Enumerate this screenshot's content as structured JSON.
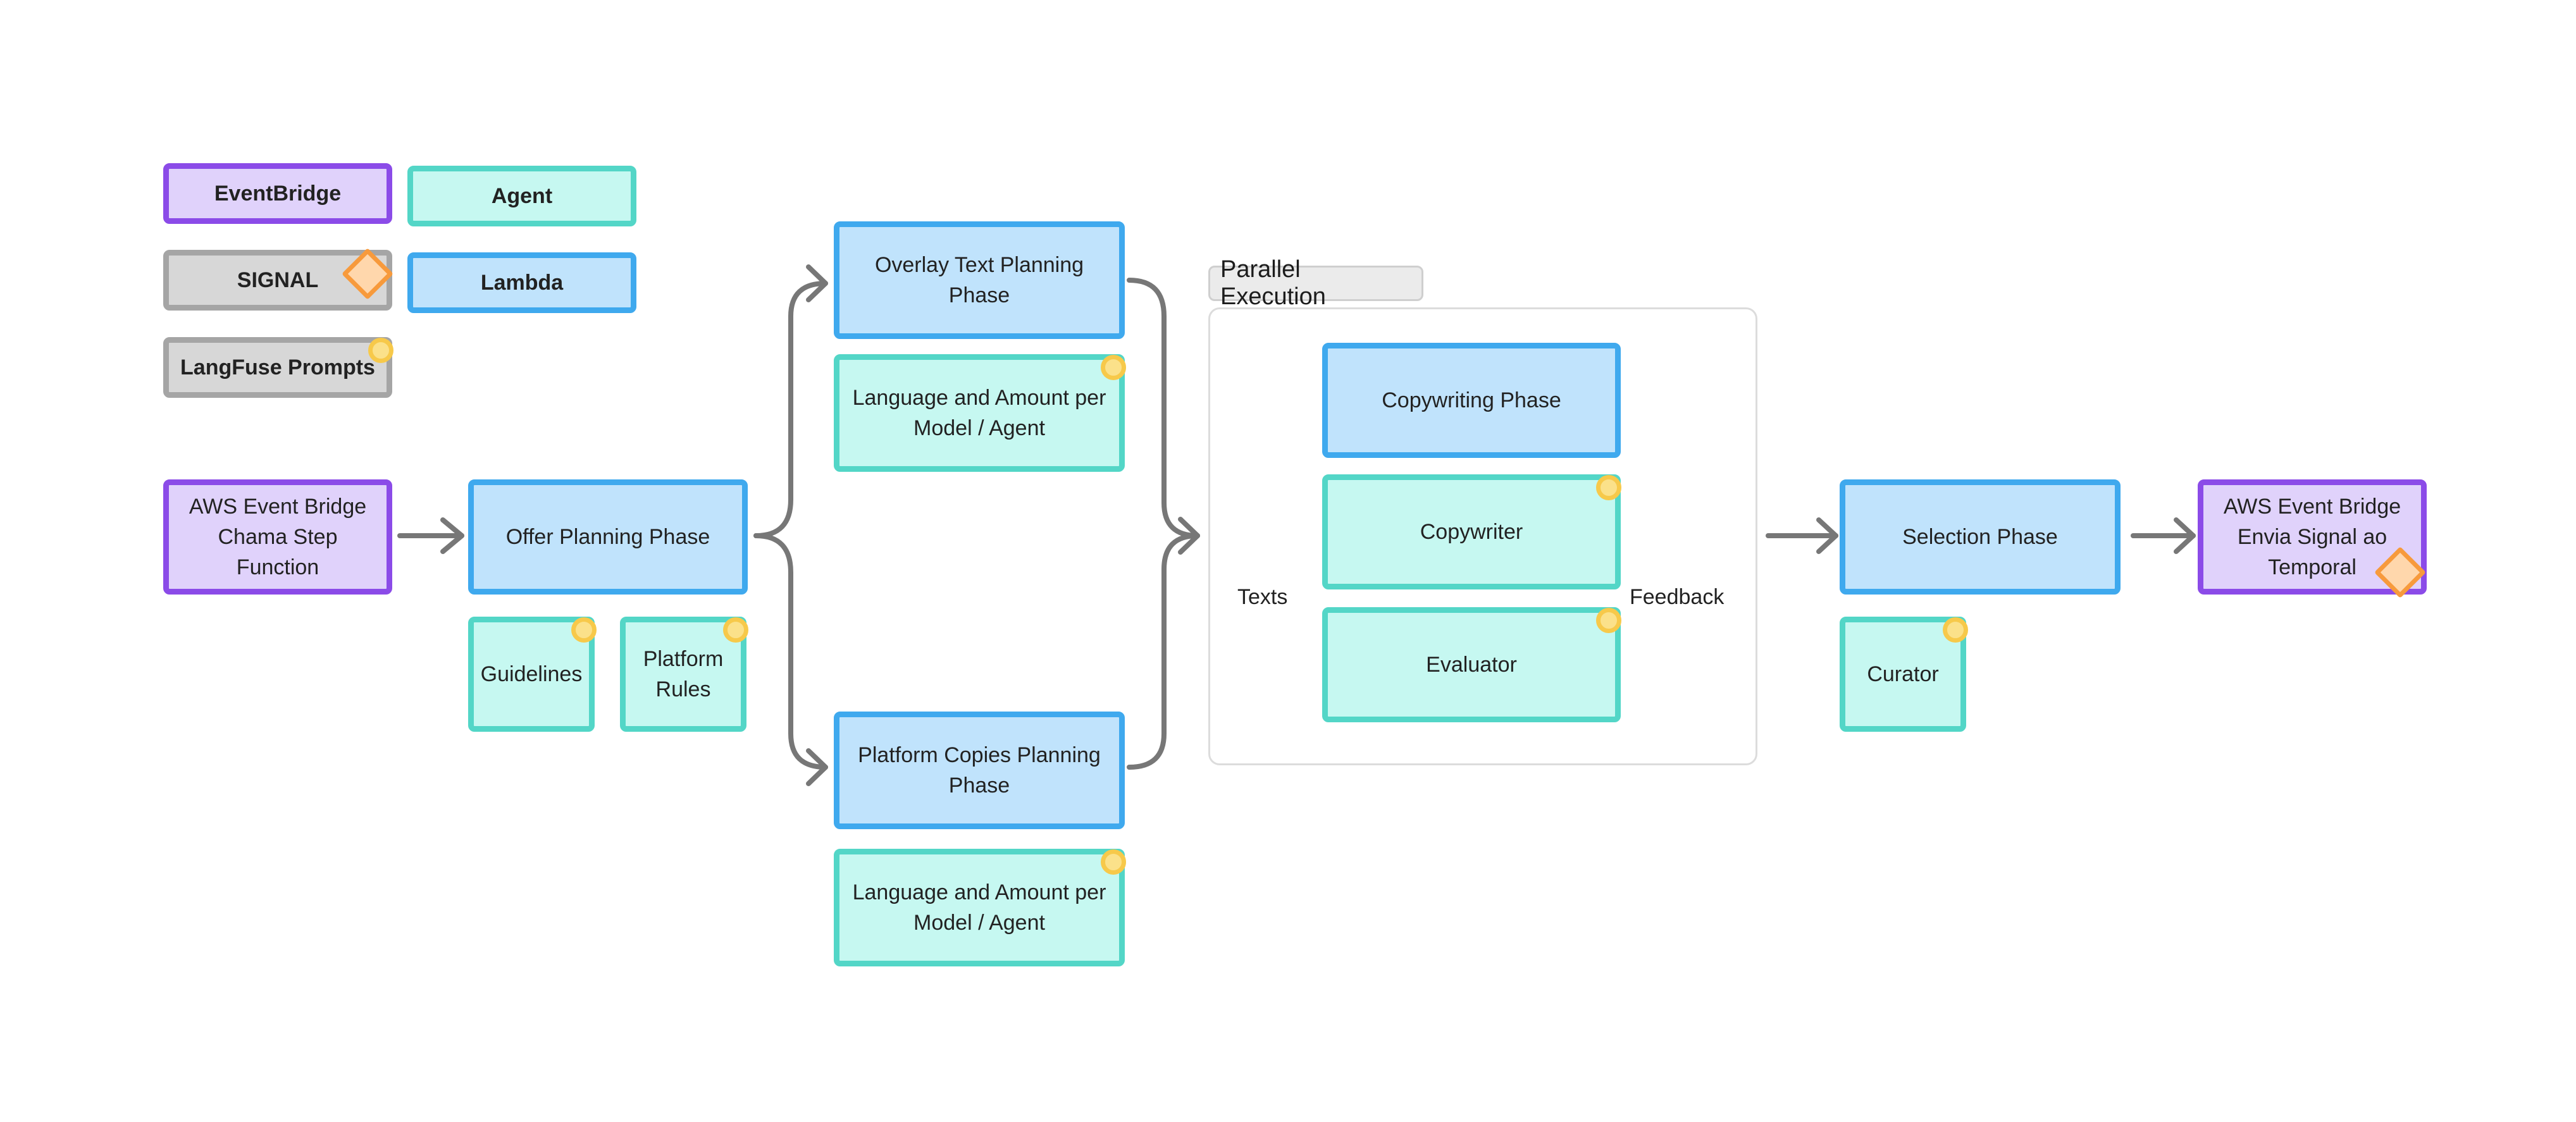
{
  "legend": {
    "eventbridge": "EventBridge",
    "agent": "Agent",
    "signal": "SIGNAL",
    "lambda": "Lambda",
    "langfuse": "LangFuse Prompts"
  },
  "nodes": {
    "aws_start": "AWS Event Bridge Chama Step Function",
    "offer_planning": "Offer Planning Phase",
    "guidelines": "Guidelines",
    "platform_rules": "Platform Rules",
    "overlay_planning": "Overlay Text Planning Phase",
    "overlay_language": "Language and Amount per Model / Agent",
    "platform_copies": "Platform Copies Planning Phase",
    "copies_language": "Language and Amount per Model / Agent",
    "copywriting_phase": "Copywriting Phase",
    "copywriter": "Copywriter",
    "evaluator": "Evaluator",
    "selection_phase": "Selection Phase",
    "curator": "Curator",
    "aws_end": "AWS Event Bridge Envia Signal ao Temporal"
  },
  "group": {
    "parallel_label": "Parallel Execution"
  },
  "edges": {
    "texts_label": "Texts",
    "feedback_label": "Feedback"
  },
  "colors": {
    "eventbridge_fill": "#e0d2fb",
    "eventbridge_border": "#8b4be8",
    "agent_fill": "#c6f8f1",
    "agent_border": "#53d6c7",
    "lambda_fill": "#c0e3fc",
    "lambda_border": "#3fa9ee",
    "signal_fill": "#d7d7d7",
    "signal_border": "#a5a5a5",
    "langfuse_marker": "#f7c94a",
    "signal_marker": "#f79a3c",
    "connector": "#777777"
  }
}
